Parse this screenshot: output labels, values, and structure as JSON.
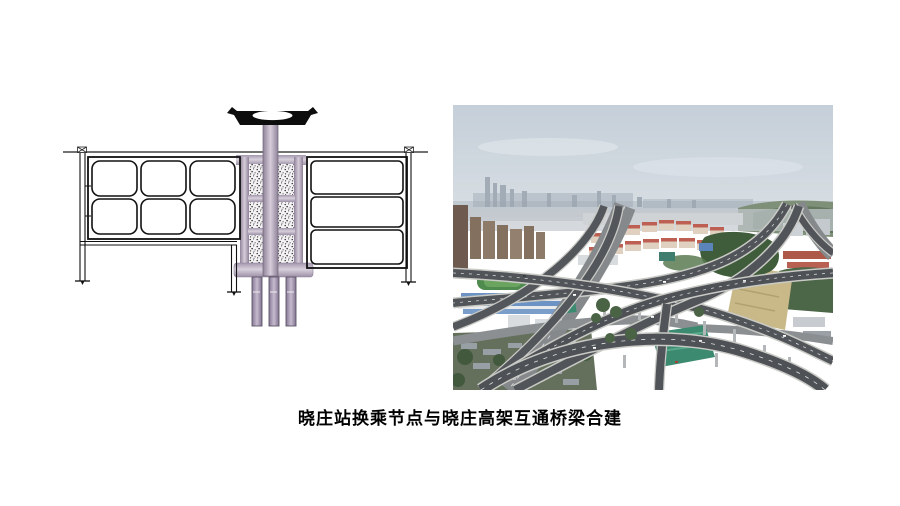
{
  "caption": {
    "text": "晓庄站换乘节点与晓庄高架互通桥梁合建"
  },
  "figures": {
    "diagram": {
      "alt": "Cross-section drawing: metro station transfer node boxes co-built with elevated bridge box girder, pier column, pile cap and three piles",
      "colors": {
        "member_fill": "#b9aac1",
        "member_light": "#d6cdda",
        "member_dark": "#8f8299",
        "outline": "#1c1c1c",
        "girder_black": "#0d0d0d",
        "stipple_dot": "#2a2a2a"
      }
    },
    "photo": {
      "alt": "Aerial photo of Xiaozhuang elevated interchange: multiple crossing viaduct ramps over city blocks, trees, construction areas and a green-covered station excavation",
      "colors": {
        "sky": "#c7d1da",
        "haze": "#bcc4cc",
        "asphalt": "#515459",
        "deck_edge": "#c9cac5",
        "ground_road": "#85898c",
        "trees_dark": "#3f5c3b",
        "trees_mid": "#4a6345",
        "construction_cover": "#3c8a70",
        "dirt": "#c9b989",
        "roof_red": "#b55848",
        "roof_blue": "#6d93c4",
        "building_brown": "#84705f",
        "building_pink_wall": "#dfd0c0",
        "building_pink_roof": "#bd5f52"
      }
    }
  }
}
